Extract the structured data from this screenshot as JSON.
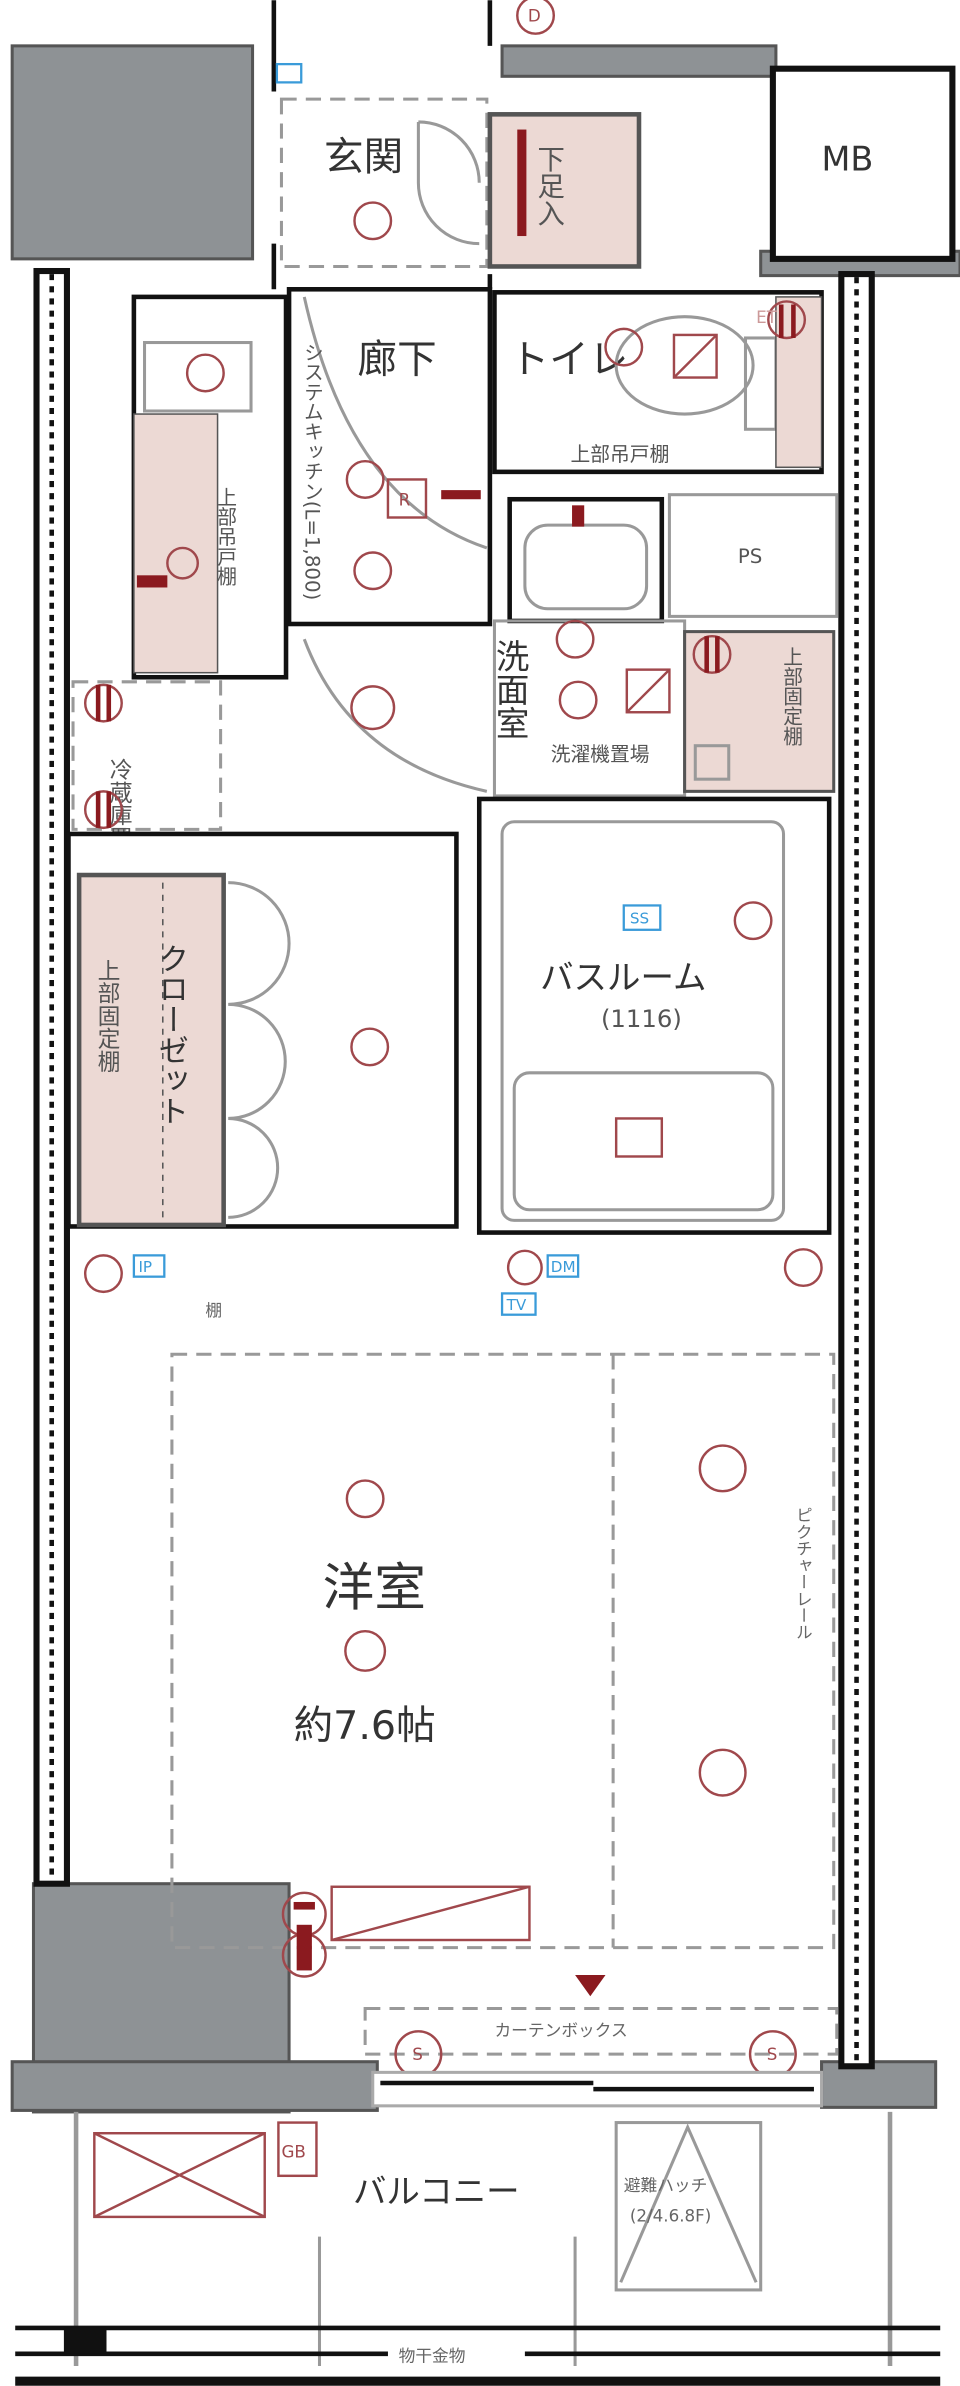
{
  "rooms": {
    "entrance": "玄関",
    "shoe_storage": "下足入",
    "mb": "MB",
    "corridor": "廊下",
    "toilet": "トイレ",
    "toilet_cabinet": "上部吊戸棚",
    "ps": "PS",
    "washroom": "洗面室",
    "laundry": "洗濯機置場",
    "washroom_shelf": "上部固定棚",
    "kitchen": "システムキッチン(L=1,800)",
    "kitchen_cabinet": "上部吊戸棚",
    "fridge": "冷蔵庫置場",
    "closet": "クローゼット",
    "closet_shelf": "上部固定棚",
    "bathroom": "バスルーム",
    "bathroom_size": "(1116)",
    "western_room": "洋室",
    "western_room_size": "約7.6帖",
    "picture_rail": "ピクチャーレール",
    "curtain_box": "カーテンボックス",
    "balcony": "バルコニー",
    "hatch": "避難ハッチ",
    "hatch_floors": "(2/4.6.8F)",
    "drying_rail": "物干金物",
    "gb": "GB",
    "door_mark": "D",
    "shelf": "棚"
  },
  "symbols": {
    "ss": "SS",
    "dm": "DM",
    "ip": "IP",
    "tv": "TV",
    "sensor": "S",
    "range_hood": "R",
    "et": "ET"
  },
  "colors": {
    "wall": "#111111",
    "column": "#8e9295",
    "storage_fill": "#ecd9d4",
    "electric": "#8b1a1f",
    "comm": "#3a9bd9"
  }
}
